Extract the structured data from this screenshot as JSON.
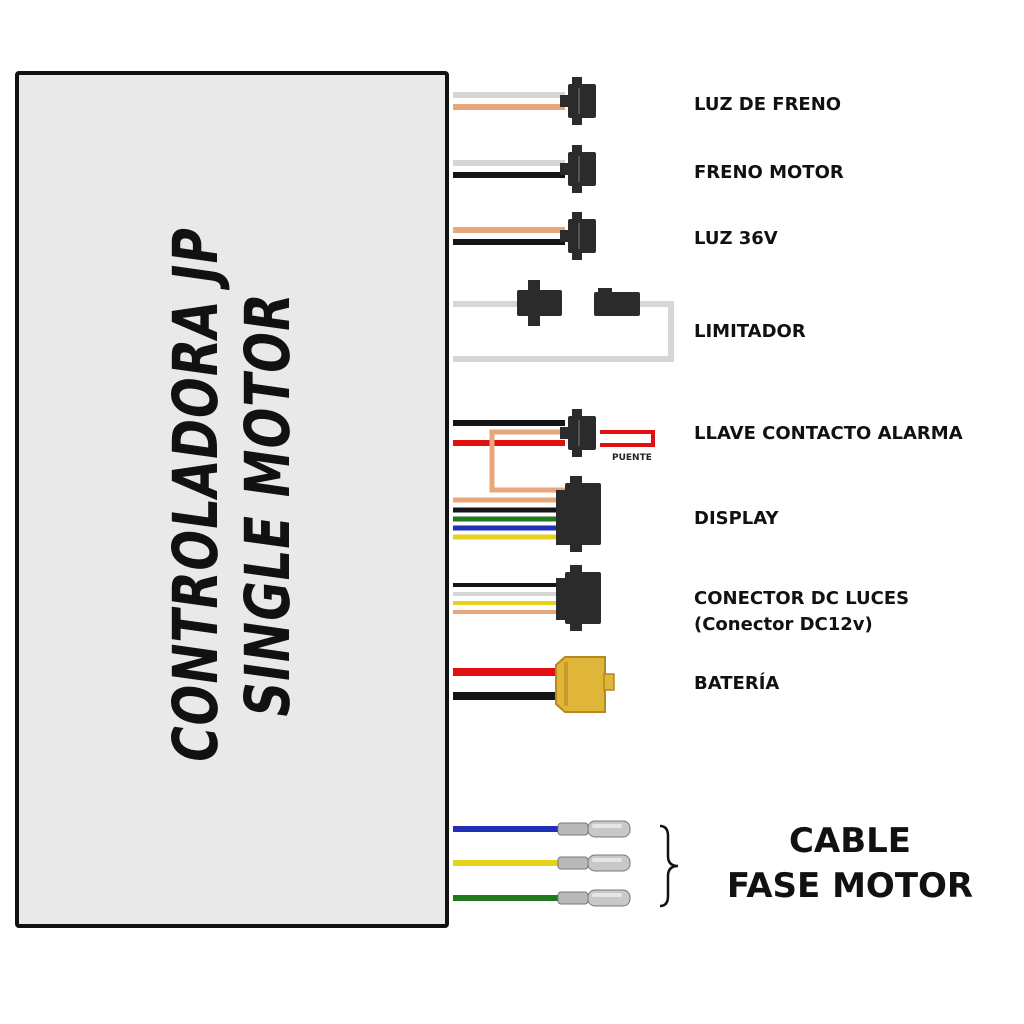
{
  "controller": {
    "line1": "CONTROLADORA JP",
    "line2": "SINGLE MOTOR",
    "fill": "#e9e9e9"
  },
  "labels": {
    "luz_freno": "LUZ DE FRENO",
    "freno_motor": "FRENO MOTOR",
    "luz_36v": "LUZ 36V",
    "limitador": "LIMITADOR",
    "llave": "LLAVE CONTACTO ALARMA",
    "display": "DISPLAY",
    "conector_dc_1": "CONECTOR DC LUCES",
    "conector_dc_2": "(Conector DC12v)",
    "bateria": "BATERÍA",
    "cable_fase_1": "CABLE",
    "cable_fase_2": "FASE MOTOR",
    "puente": "PUENTE"
  },
  "colors": {
    "white_wire": "#d6d6d6",
    "orange_wire": "#e8a77a",
    "black_wire": "#151515",
    "red_wire": "#e01010",
    "green_wire": "#1f7a1f",
    "blue_wire": "#1e2fb8",
    "yellow_wire": "#e6d21a",
    "connector": "#2b2b2b",
    "xt60": "#e0b63a"
  },
  "icons": [
    "jst-connector-icon",
    "xt60-connector-icon",
    "bullet-terminal-icon",
    "curly-brace-icon"
  ]
}
